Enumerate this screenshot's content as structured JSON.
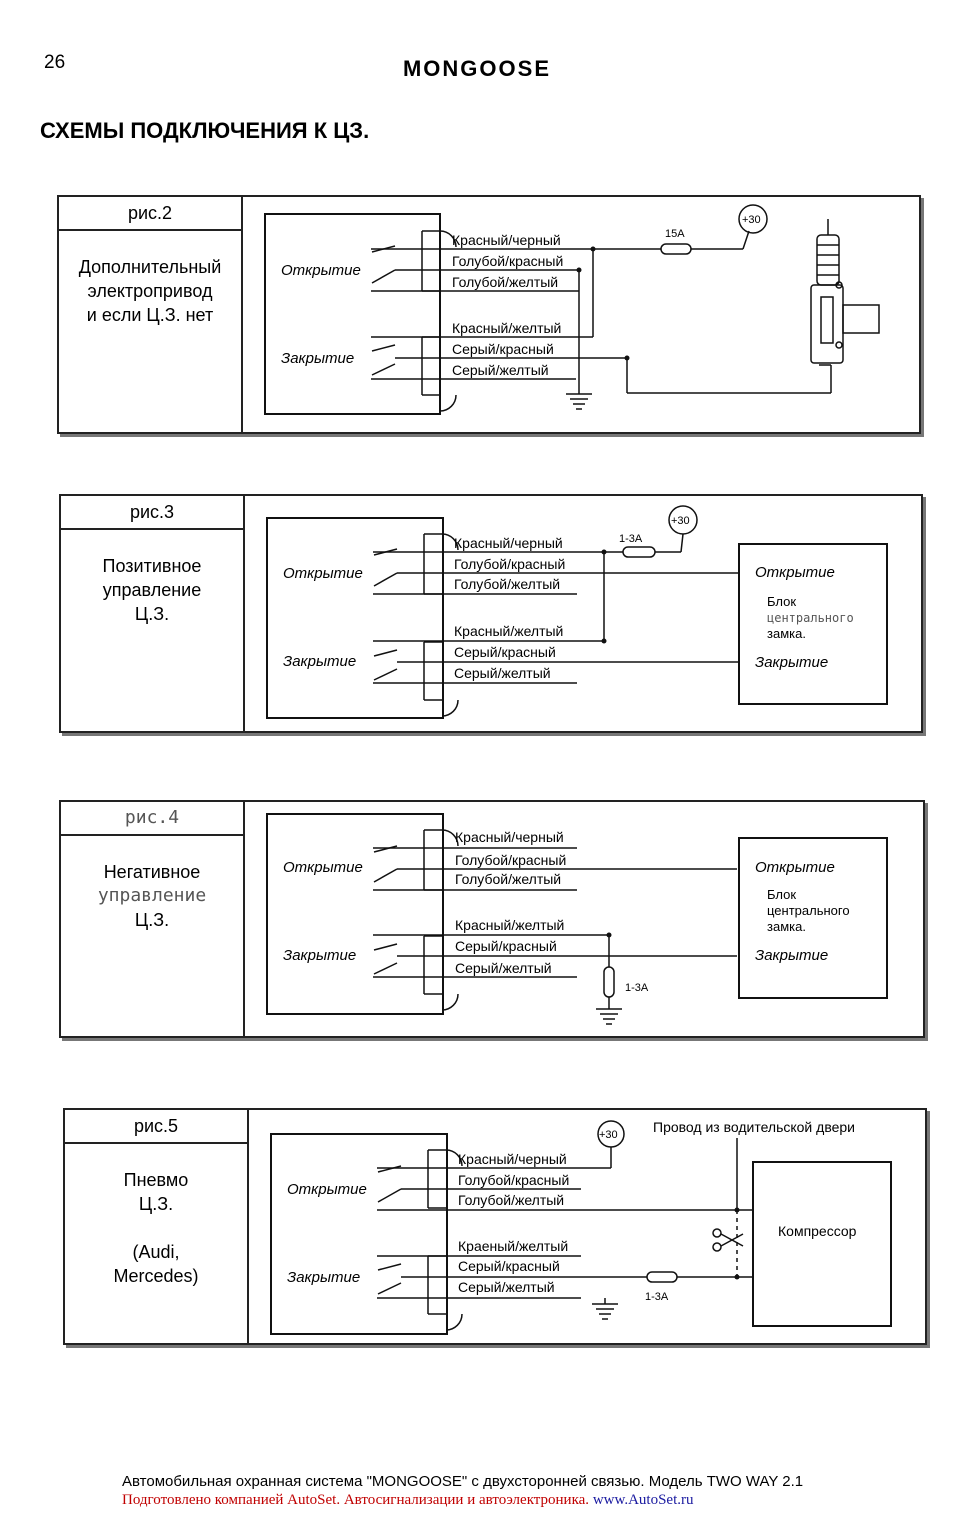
{
  "page_number": "26",
  "brand": "MONGOOSE",
  "heading": "СХЕМЫ ПОДКЛЮЧЕНИЯ К ЦЗ.",
  "fig2": {
    "fig_label": "рис.2",
    "description": "Дополнительный\nэлектропривод\nи если Ц.З. нет",
    "open_label": "Открытие",
    "close_label": "Закрытие",
    "wires": [
      "Красный/черный",
      "Голубой/красный",
      "Голубой/желтый",
      "Красный/желтый",
      "Серый/красный",
      "Серый/желтый"
    ],
    "fuse": "15А",
    "supply": "+30"
  },
  "fig3": {
    "fig_label": "рис.3",
    "description": "Позитивное\nуправление\nЦ.З.",
    "open_label": "Открытие",
    "close_label": "Закрытие",
    "wires": [
      "Красный/черный",
      "Голубой/красный",
      "Голубой/желтый",
      "Красный/желтый",
      "Серый/красный",
      "Серый/желтый"
    ],
    "fuse": "1-3А",
    "supply": "+30",
    "block_open": "Открытие",
    "block_name_1": "Блок",
    "block_name_2": "центрального",
    "block_name_3": "замка.",
    "block_close": "Закрытие"
  },
  "fig4": {
    "fig_label": "рис.4",
    "desc_1": "Негативное",
    "desc_2": "управление",
    "desc_3": "Ц.З.",
    "open_label": "Открытие",
    "close_label": "Закрытие",
    "wires": [
      "Красный/черный",
      "Голубой/красный",
      "Голубой/желтый",
      "Красный/желтый",
      "Серый/красный",
      "Серый/желтый"
    ],
    "fuse": "1-3А",
    "block_open": "Открытие",
    "block_name": "Блок\nцентрального\nзамка.",
    "block_close": "Закрытие"
  },
  "fig5": {
    "fig_label": "рис.5",
    "description": "Пневмо\nЦ.З.\n\n(Audi,\nMercedes)",
    "open_label": "Открытие",
    "close_label": "Закрытие",
    "wires": [
      "Красный/черный",
      "Голубой/красный",
      "Голубой/желтый",
      "Краеный/желтый",
      "Серый/красный",
      "Серый/желтый"
    ],
    "fuse": "1-3А",
    "supply": "+30",
    "door_wire": "Провод из водительской двери",
    "compressor": "Компрессор"
  },
  "footer_line1": "Автомобильная охранная система  \"MONGOOSE\" с двухсторонней связью.  Модель TWO WAY 2.1",
  "footer_line2": "Подготовлено компанией AutoSet. Автосигнализации и автоэлектроника.",
  "footer_url": "www.AutoSet.ru"
}
